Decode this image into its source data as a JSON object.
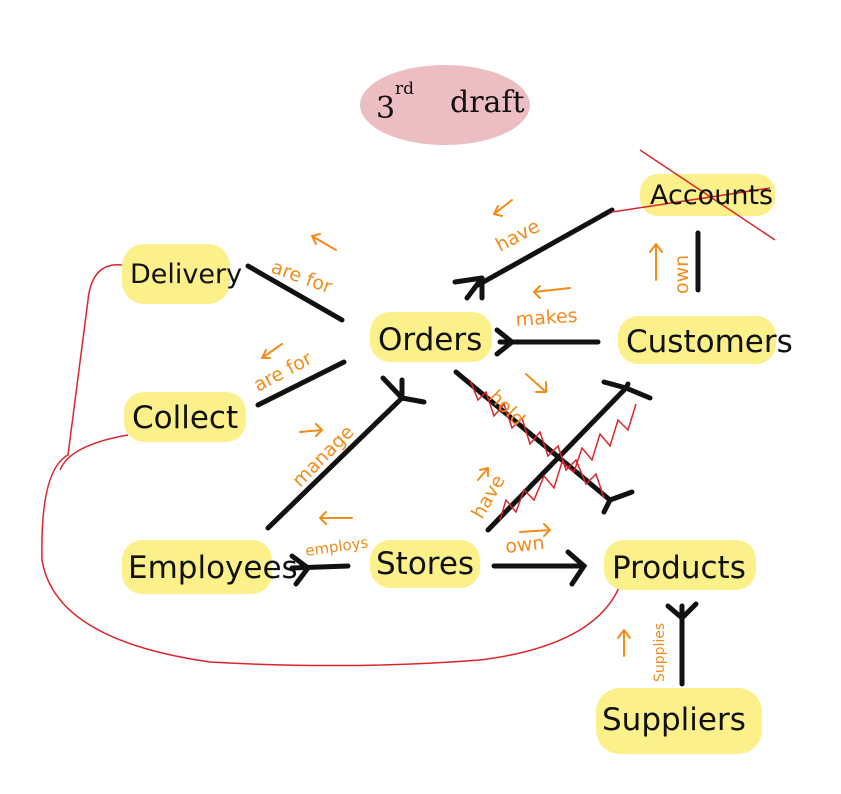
{
  "title": {
    "main": "3",
    "sup": "rd",
    "rest": "draft"
  },
  "entities": {
    "accounts": "Accounts",
    "delivery": "Delivery",
    "orders": "Orders",
    "customers": "Customers",
    "collect": "Collect",
    "employees": "Employees",
    "stores": "Stores",
    "products": "Products",
    "suppliers": "Suppliers"
  },
  "relationships": {
    "orders_accounts": "have",
    "delivery_orders": "are for",
    "collect_orders": "are for",
    "customers_orders": "makes",
    "customers_accounts": "own",
    "orders_products": "hold",
    "employees_orders": "manage",
    "stores_employees": "employs",
    "stores_products": "own",
    "products_orders": "have",
    "suppliers_products": "Supplies"
  },
  "colors": {
    "highlight": "#fbf08a",
    "title_highlight": "#e9b1b6",
    "relationship_line": "#111111",
    "relationship_label": "#f28c1c",
    "strike": "#d9262c"
  }
}
